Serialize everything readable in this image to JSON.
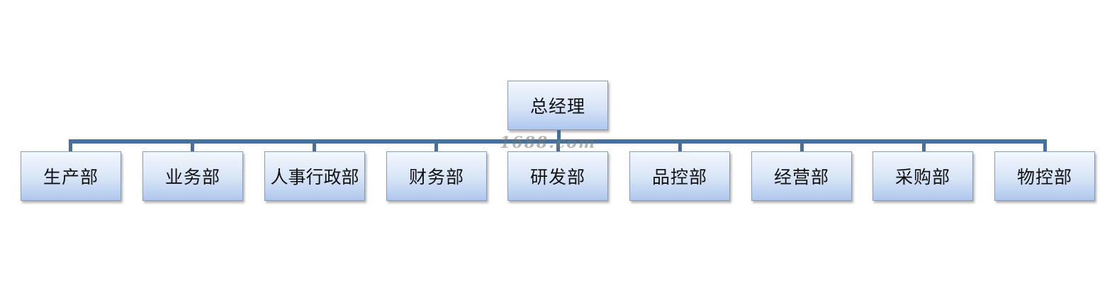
{
  "org_chart": {
    "root": {
      "label": "总经理"
    },
    "departments": [
      {
        "label": "生产部"
      },
      {
        "label": "业务部"
      },
      {
        "label": "人事行政部"
      },
      {
        "label": "财务部"
      },
      {
        "label": "研发部"
      },
      {
        "label": "品控部"
      },
      {
        "label": "经营部"
      },
      {
        "label": "采购部"
      },
      {
        "label": "物控部"
      }
    ],
    "box_fill": "#d7e4f7",
    "connector_color": "#45719c"
  },
  "watermark": {
    "text": "1688.com"
  }
}
